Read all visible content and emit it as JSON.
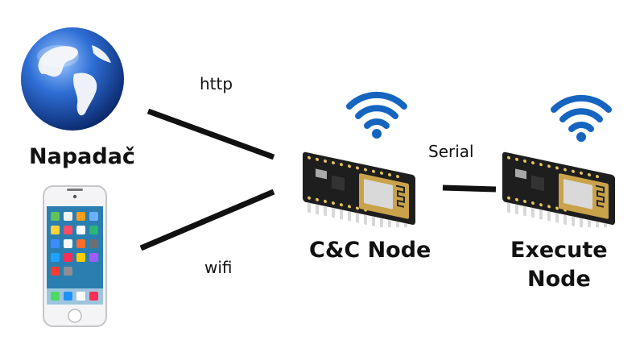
{
  "attacker": {
    "label": "Napadač",
    "icon": "globe-icon"
  },
  "phone": {
    "icon": "smartphone-icon"
  },
  "connections": {
    "http": "http",
    "wifi": "wifi",
    "serial": "Serial"
  },
  "cc_node": {
    "label": "C&C Node",
    "icon": "esp8266-board-icon",
    "signal_icon": "wifi-signal-icon"
  },
  "execute_node": {
    "label_line1": "Execute",
    "label_line2": "Node",
    "icon": "esp8266-board-icon",
    "signal_icon": "wifi-signal-icon"
  },
  "colors": {
    "wifi_blue": "#1565c0",
    "line": "#111111",
    "board": "#1e1e1e",
    "module": "#c9a24a"
  }
}
